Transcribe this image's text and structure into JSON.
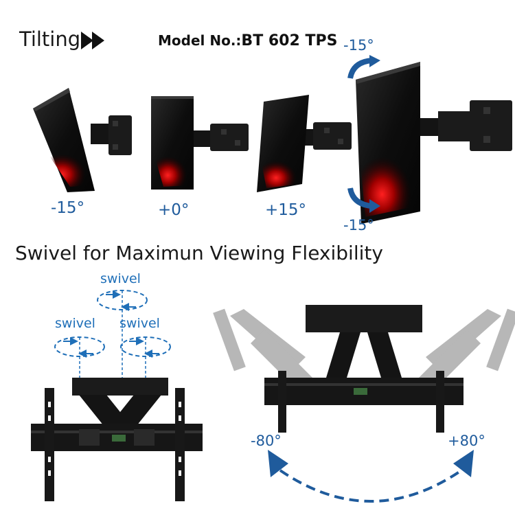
{
  "header": {
    "tilting_label": "Tilting",
    "model_prefix": "Model No.:",
    "model_number": "BT 602 TPS"
  },
  "tilt_angles": {
    "first": "-15°",
    "second": "+0°",
    "third": "+15°",
    "big_top": "-15°",
    "big_bottom": "-15°"
  },
  "swivel_section": {
    "title": "Swivel for Maximun Viewing Flexibility",
    "swivel_labels": [
      "swivel",
      "swivel",
      "swivel"
    ],
    "left_angle": "-80°",
    "right_angle": "+80°"
  },
  "colors": {
    "accent_blue": "#1f5b9c",
    "bracket_black": "#141414"
  }
}
